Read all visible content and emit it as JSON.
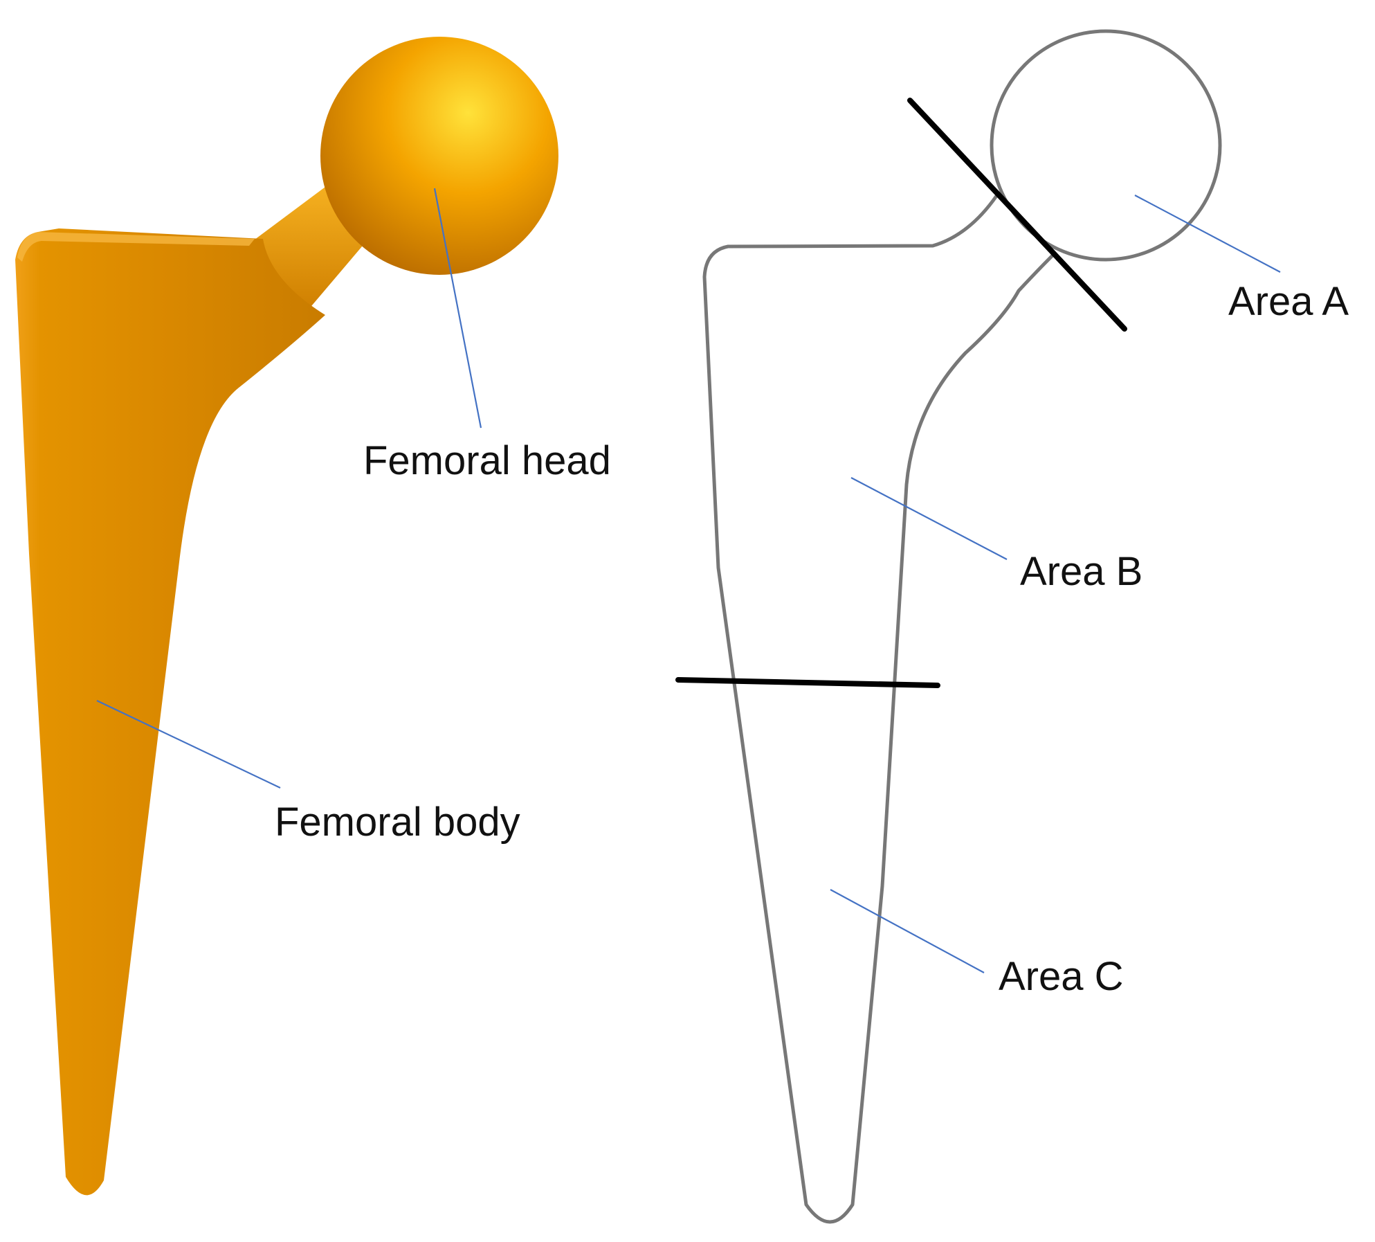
{
  "colors": {
    "implant": "#d98600",
    "implant_head": "#f2a300",
    "leader_line": "#4472c4",
    "outline": "#777777",
    "divider": "#000000"
  },
  "labels": {
    "femoral_head": "Femoral head",
    "femoral_body": "Femoral body",
    "area_a": "Area A",
    "area_b": "Area B",
    "area_c": "Area C"
  }
}
